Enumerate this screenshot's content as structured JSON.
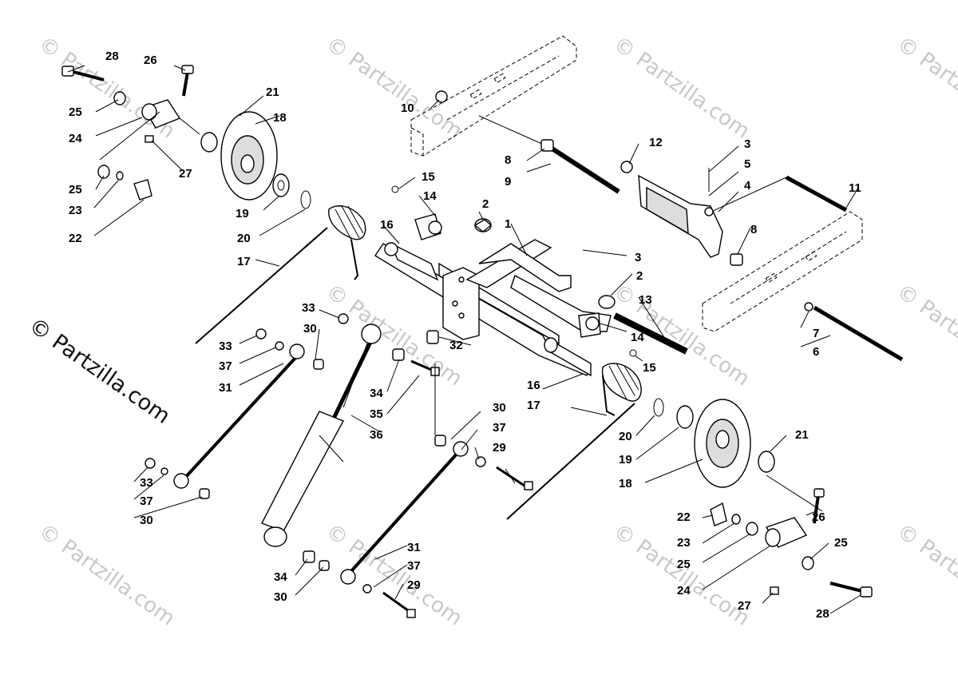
{
  "watermark_text": "© Partzilla.com",
  "brand_text": "© Partzilla.com",
  "part_callouts": [
    "1",
    "2",
    "3",
    "4",
    "5",
    "6",
    "7",
    "8",
    "9",
    "10",
    "11",
    "12",
    "13",
    "14",
    "15",
    "16",
    "17",
    "18",
    "19",
    "20",
    "21",
    "22",
    "23",
    "24",
    "25",
    "26",
    "27",
    "28",
    "29",
    "30",
    "31",
    "32",
    "33",
    "34",
    "35",
    "36",
    "37"
  ],
  "colors": {
    "line": "#000000",
    "watermark": "#c8c8c8",
    "background": "#ffffff"
  }
}
